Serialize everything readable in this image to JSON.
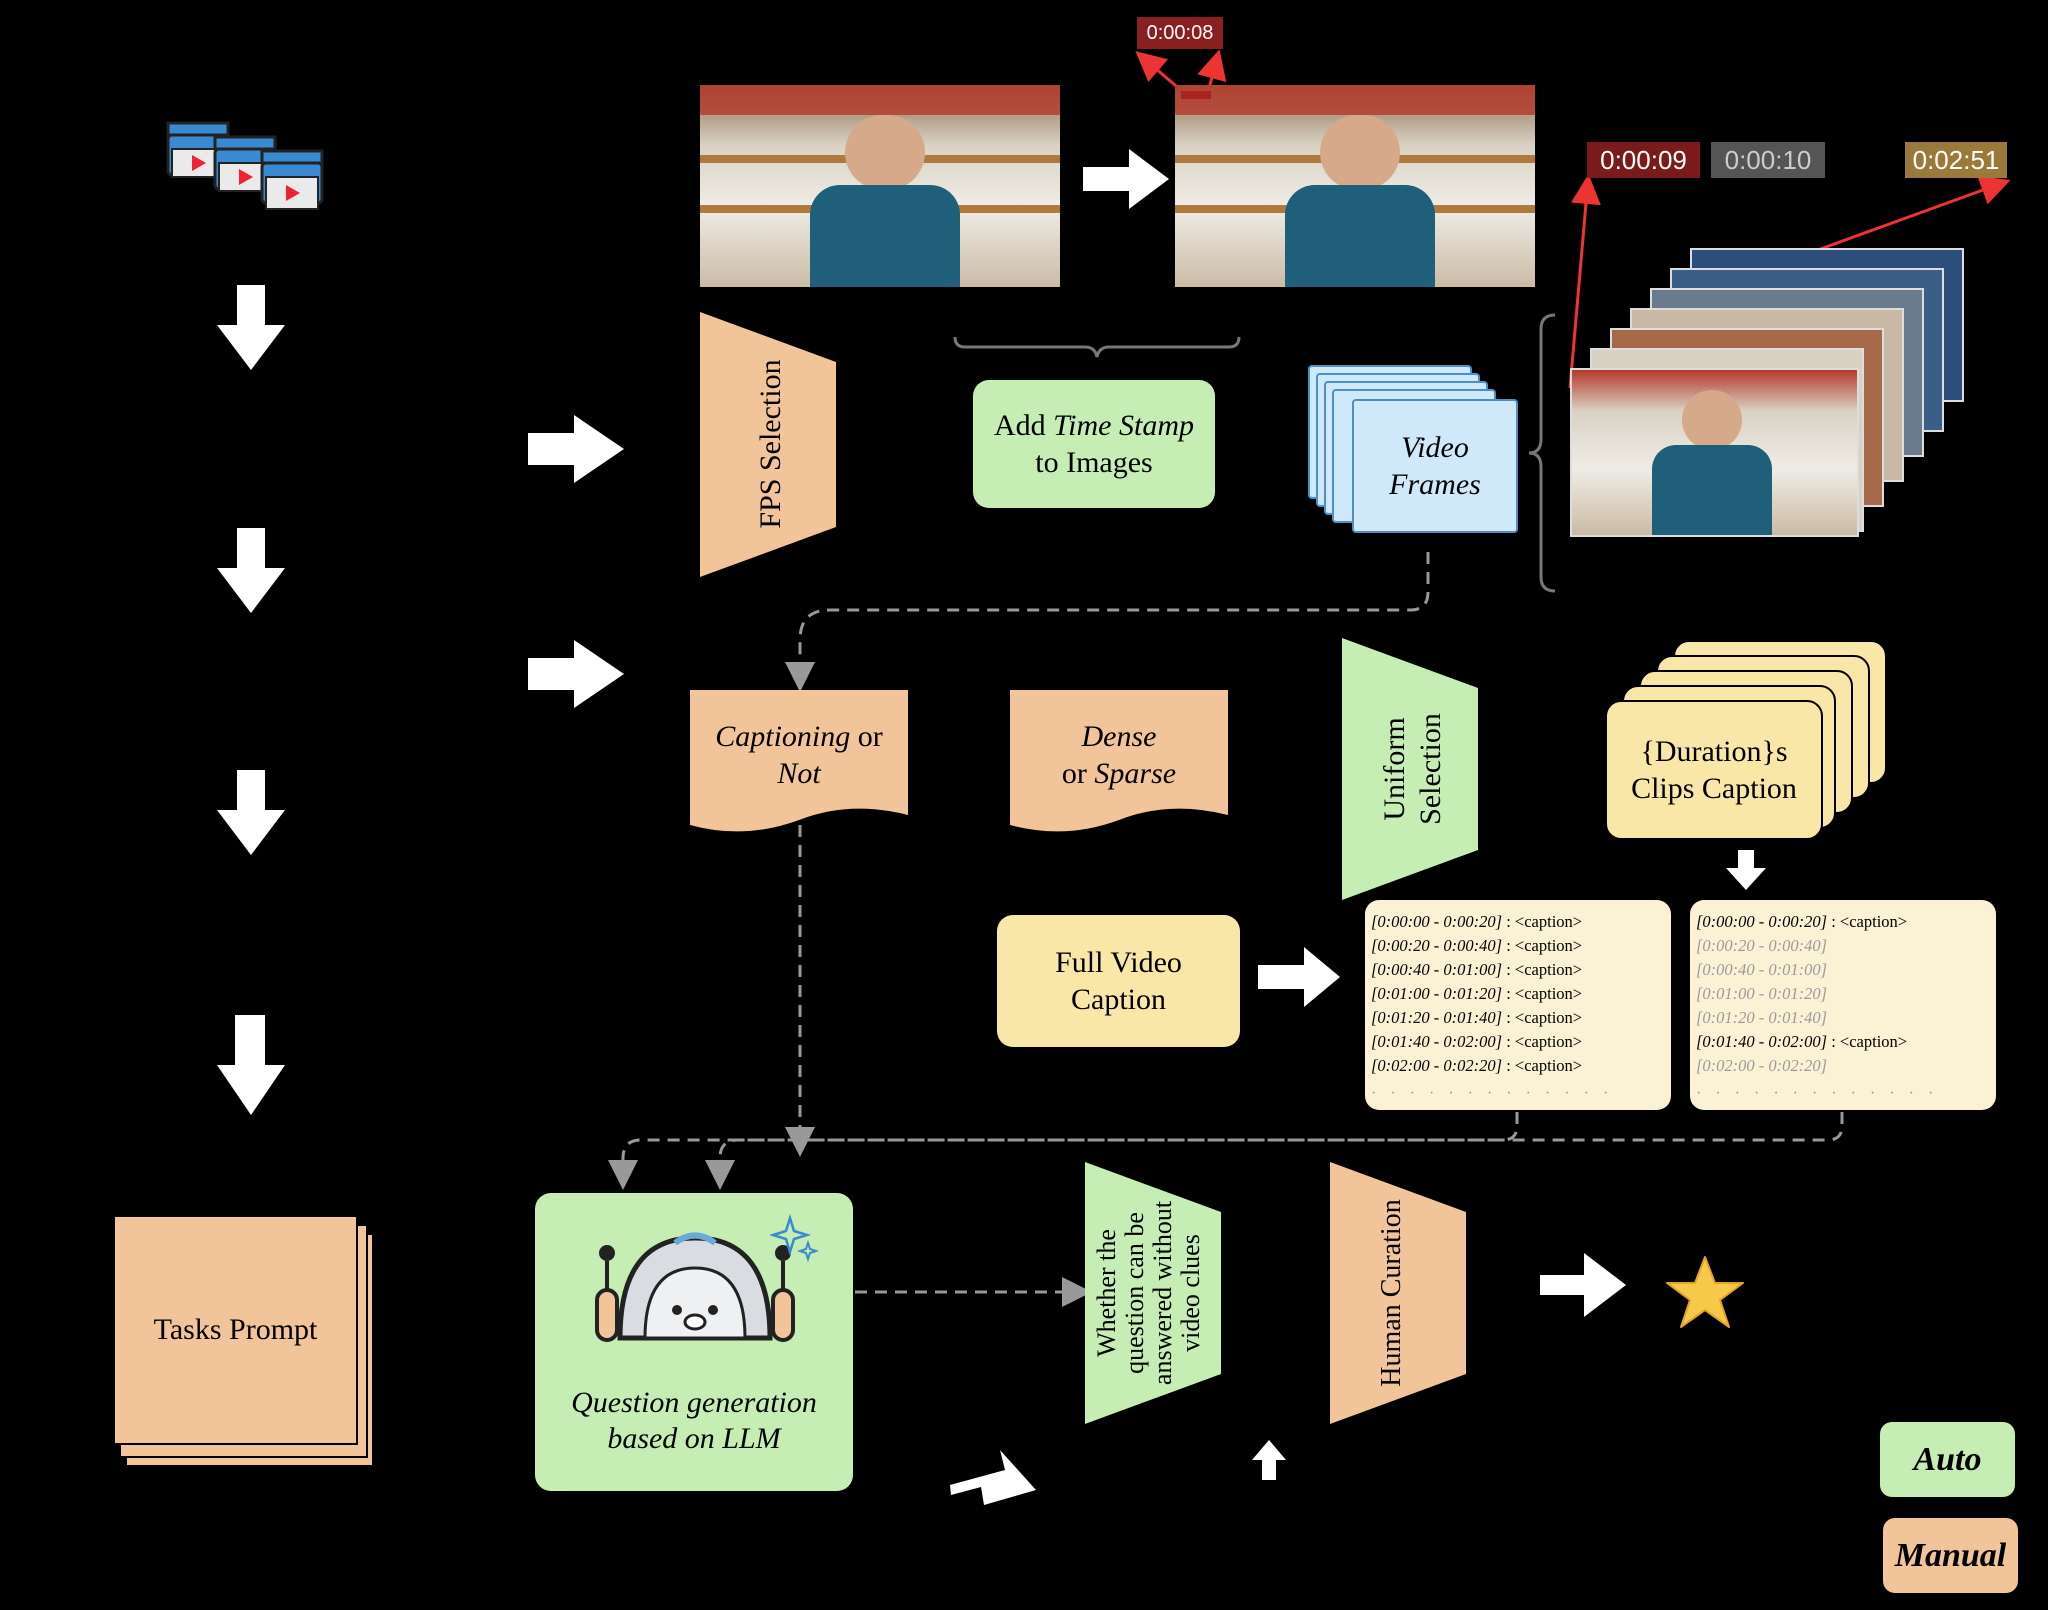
{
  "timestamps": {
    "top": "0:00:08",
    "t1": "0:00:09",
    "t2": "0:00:10",
    "t3": "0:02:51"
  },
  "nodes": {
    "fps_selection": "FPS Selection",
    "add_timestamp_prefix": "Add ",
    "add_timestamp_italic": "Time Stamp",
    "add_timestamp_suffix": "to Images",
    "video_frames_1": "Video",
    "video_frames_2": "Frames",
    "captioning_italic1": "Captioning",
    "captioning_or": " or",
    "captioning_italic2": "Not",
    "dense_italic": "Dense",
    "dense_or": "or ",
    "sparse_italic": "Sparse",
    "uniform_1": "Uniform",
    "uniform_2": "Selection",
    "duration_1": "{Duration}s",
    "duration_2": "Clips Caption",
    "full_video_1": "Full Video",
    "full_video_2": "Caption",
    "tasks_prompt": "Tasks Prompt",
    "qgen_1": "Question generation",
    "qgen_2": "based on LLM",
    "whether_1": "Whether the",
    "whether_2": "question can be",
    "whether_3": "answered without",
    "whether_4": "video clues",
    "human_curation": "Human Curation"
  },
  "dense_captions": [
    {
      "range": "[0:00:00 - 0:00:20]",
      "text": " : <caption>"
    },
    {
      "range": "[0:00:20 - 0:00:40]",
      "text": " : <caption>"
    },
    {
      "range": "[0:00:40 - 0:01:00]",
      "text": " : <caption>"
    },
    {
      "range": "[0:01:00 - 0:01:20]",
      "text": " : <caption>"
    },
    {
      "range": "[0:01:20 - 0:01:40]",
      "text": " : <caption>"
    },
    {
      "range": "[0:01:40 - 0:02:00]",
      "text": " : <caption>"
    },
    {
      "range": "[0:02:00 - 0:02:20]",
      "text": " : <caption>"
    }
  ],
  "sparse_captions": [
    {
      "range": "[0:00:00 - 0:00:20]",
      "text": " : <caption>",
      "active": true
    },
    {
      "range": "[0:00:20 - 0:00:40]",
      "text": "",
      "active": false
    },
    {
      "range": "[0:00:40 - 0:01:00]",
      "text": "",
      "active": false
    },
    {
      "range": "[0:01:00 - 0:01:20]",
      "text": "",
      "active": false
    },
    {
      "range": "[0:01:20 - 0:01:40]",
      "text": "",
      "active": false
    },
    {
      "range": "[0:01:40 - 0:02:00]",
      "text": " : <caption>",
      "active": true
    },
    {
      "range": "[0:02:00 - 0:02:20]",
      "text": "",
      "active": false
    }
  ],
  "dots": "· · · · · · · · · · · · ·",
  "legend": {
    "auto": "Auto",
    "manual": "Manual"
  },
  "colors": {
    "auto": "#c6edb4",
    "manual": "#f2c49a",
    "clip": "#f9e7a8",
    "frames": "#cfe8fa"
  }
}
